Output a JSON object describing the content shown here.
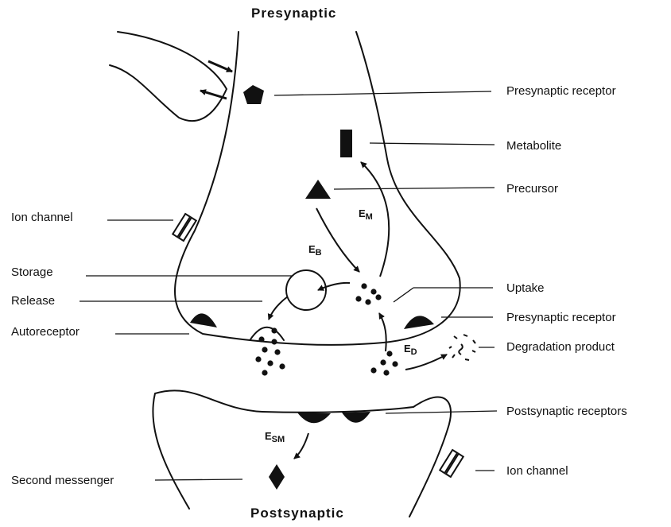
{
  "titles": {
    "top": "Presynaptic",
    "bottom": "Postsynaptic"
  },
  "labels": {
    "presynaptic_receptor_top": "Presynaptic receptor",
    "metabolite": "Metabolite",
    "precursor": "Precursor",
    "ion_channel_left": "Ion channel",
    "storage": "Storage",
    "release": "Release",
    "autoreceptor": "Autoreceptor",
    "uptake": "Uptake",
    "presynaptic_receptor_right": "Presynaptic receptor",
    "degradation_product": "Degradation product",
    "postsynaptic_receptors": "Postsynaptic receptors",
    "ion_channel_right": "Ion channel",
    "second_messenger": "Second messenger"
  },
  "enzymes": {
    "em": {
      "letter": "E",
      "sub": "M"
    },
    "eb": {
      "letter": "E",
      "sub": "B"
    },
    "ed": {
      "letter": "E",
      "sub": "D"
    },
    "esm": {
      "letter": "E",
      "sub": "SM"
    }
  },
  "colors": {
    "ink": "#111111",
    "background": "#ffffff"
  }
}
